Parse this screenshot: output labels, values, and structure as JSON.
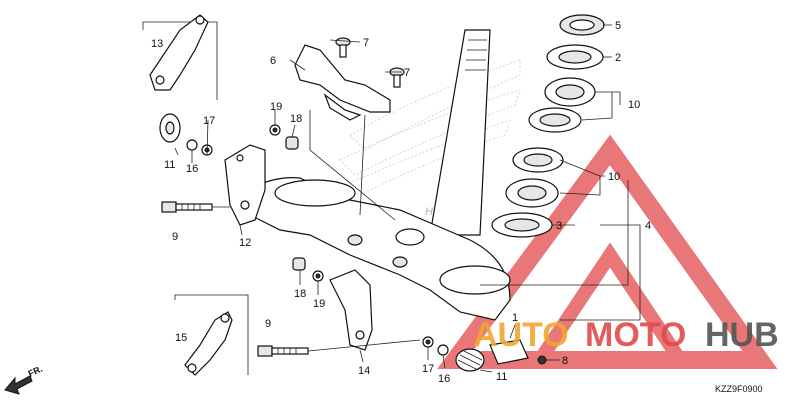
{
  "diagram": {
    "code": "KZZ9F0900",
    "front_label": "FR.",
    "callouts": {
      "c1": "1",
      "c2": "2",
      "c3": "3",
      "c4": "4",
      "c5": "5",
      "c6": "6",
      "c7a": "7",
      "c7b": "7",
      "c8": "8",
      "c9a": "9",
      "c9b": "9",
      "c10a": "10",
      "c10b": "10",
      "c11a": "11",
      "c11b": "11",
      "c12": "12",
      "c13": "13",
      "c14": "14",
      "c15": "15",
      "c16a": "16",
      "c16b": "16",
      "c17a": "17",
      "c17b": "17",
      "c18a": "18",
      "c18b": "18",
      "c19a": "19",
      "c19b": "19"
    }
  },
  "watermark": {
    "text_auto": "AUTO",
    "text_moto": "MOTO",
    "text_hub": "HUB",
    "tank_brand": "HONDA",
    "colors": {
      "red": "#e24a4a",
      "orange": "#f2a531",
      "gray": "#555555"
    }
  }
}
